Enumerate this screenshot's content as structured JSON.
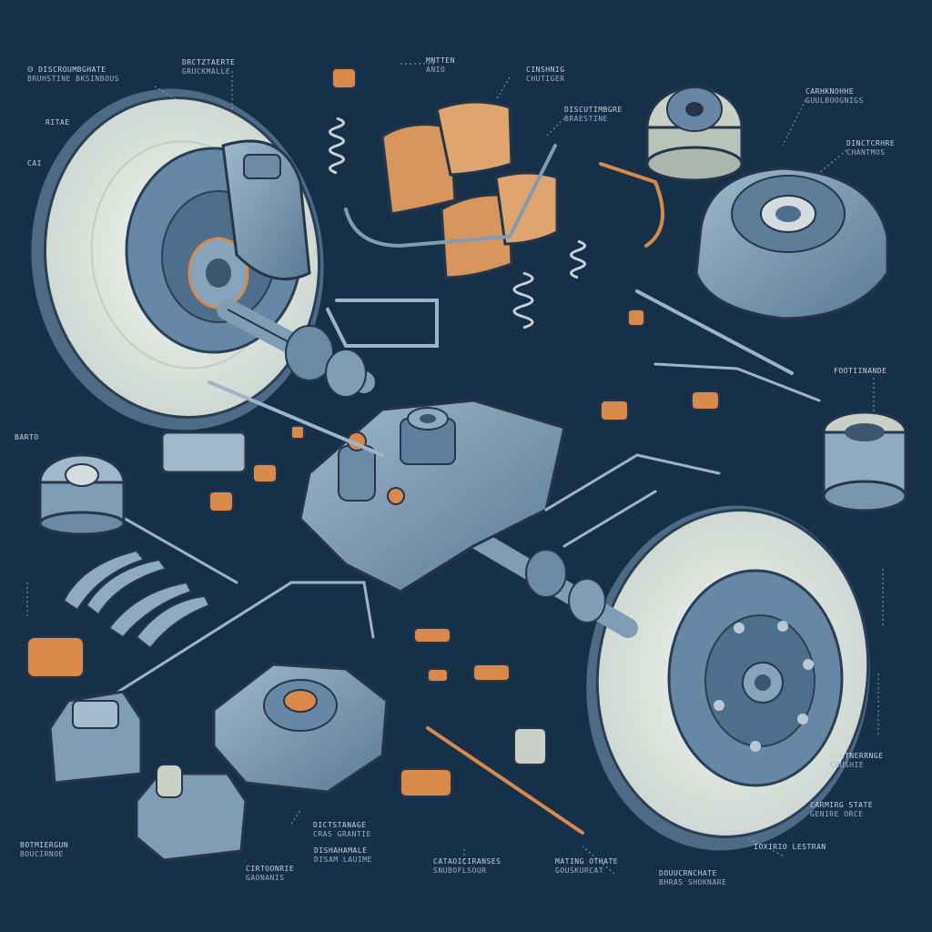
{
  "diagram": {
    "palette": {
      "background": "#17304a",
      "metal_light": "#e6ebe1",
      "metal_mid": "#7f9db5",
      "metal_dark": "#4e6f8c",
      "copper": "#d98a4a",
      "pad": "#d9955e",
      "outline": "#243648"
    },
    "labels": [
      {
        "l1": "Ꙩ DISCROUMBGHATE",
        "l2": "BRUHSTINE BKSINBOUS"
      },
      {
        "l1": "DRCTZTAERTE",
        "l2": "GRUCKMALLE"
      },
      {
        "l1": "MNTTEN",
        "l2": "ANIO"
      },
      {
        "l1": "CINSHNIG",
        "l2": "CHUTIGER"
      },
      {
        "l1": "DISCUTIMBGRE",
        "l2": "BRAESTINE"
      },
      {
        "l1": "CARHKNOHHE",
        "l2": "GUULBOOGNIGS"
      },
      {
        "l1": "DINCTCRHRE",
        "l2": "CHANTMOS"
      },
      {
        "l1": "RITAE",
        "l2": ""
      },
      {
        "l1": "CAI",
        "l2": ""
      },
      {
        "l1": "BARTO",
        "l2": ""
      },
      {
        "l1": "FOOTIINANDE",
        "l2": ""
      },
      {
        "l1": "DANTNERRNGE",
        "l2": "CHUSHIE"
      },
      {
        "l1": "CARMIRG STATE",
        "l2": "GENIRE ORCE"
      },
      {
        "l1": "BOTMIERGUN",
        "l2": "BOUCIRNOE"
      },
      {
        "l1": "DICTSTANAGE",
        "l2": "CRAS GRANTIE"
      },
      {
        "l1": "CATAOICIRANSES",
        "l2": "SNUBOFLSOUR"
      },
      {
        "l1": "MATING OTHATE",
        "l2": "GOUSKURCAT"
      },
      {
        "l1": "DISHAHAMALE",
        "l2": "DISAM LAUIME"
      },
      {
        "l1": "CIRTOONRIE",
        "l2": "GAONANIS"
      },
      {
        "l1": "DOUUCRNCHATE",
        "l2": "BHRAS SHOKNARE"
      },
      {
        "l1": "IOXIRIO LESTRAN",
        "l2": ""
      }
    ]
  }
}
